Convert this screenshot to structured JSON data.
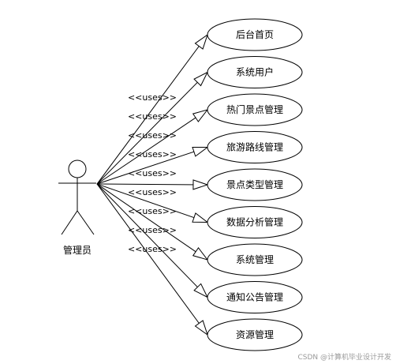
{
  "actor": {
    "label": "管理员"
  },
  "relationship_label": "<<uses>>",
  "use_cases": [
    {
      "id": "uc1",
      "label": "后台首页"
    },
    {
      "id": "uc2",
      "label": "系统用户"
    },
    {
      "id": "uc3",
      "label": "热门景点管理"
    },
    {
      "id": "uc4",
      "label": "旅游路线管理"
    },
    {
      "id": "uc5",
      "label": "景点类型管理"
    },
    {
      "id": "uc6",
      "label": "数据分析管理"
    },
    {
      "id": "uc7",
      "label": "系统管理"
    },
    {
      "id": "uc8",
      "label": "通知公告管理"
    },
    {
      "id": "uc9",
      "label": "资源管理"
    }
  ],
  "watermark": "CSDN @计算机毕业设计开发",
  "colors": {
    "stroke": "#000000",
    "fill": "#ffffff",
    "watermark": "#9a9a9a"
  }
}
